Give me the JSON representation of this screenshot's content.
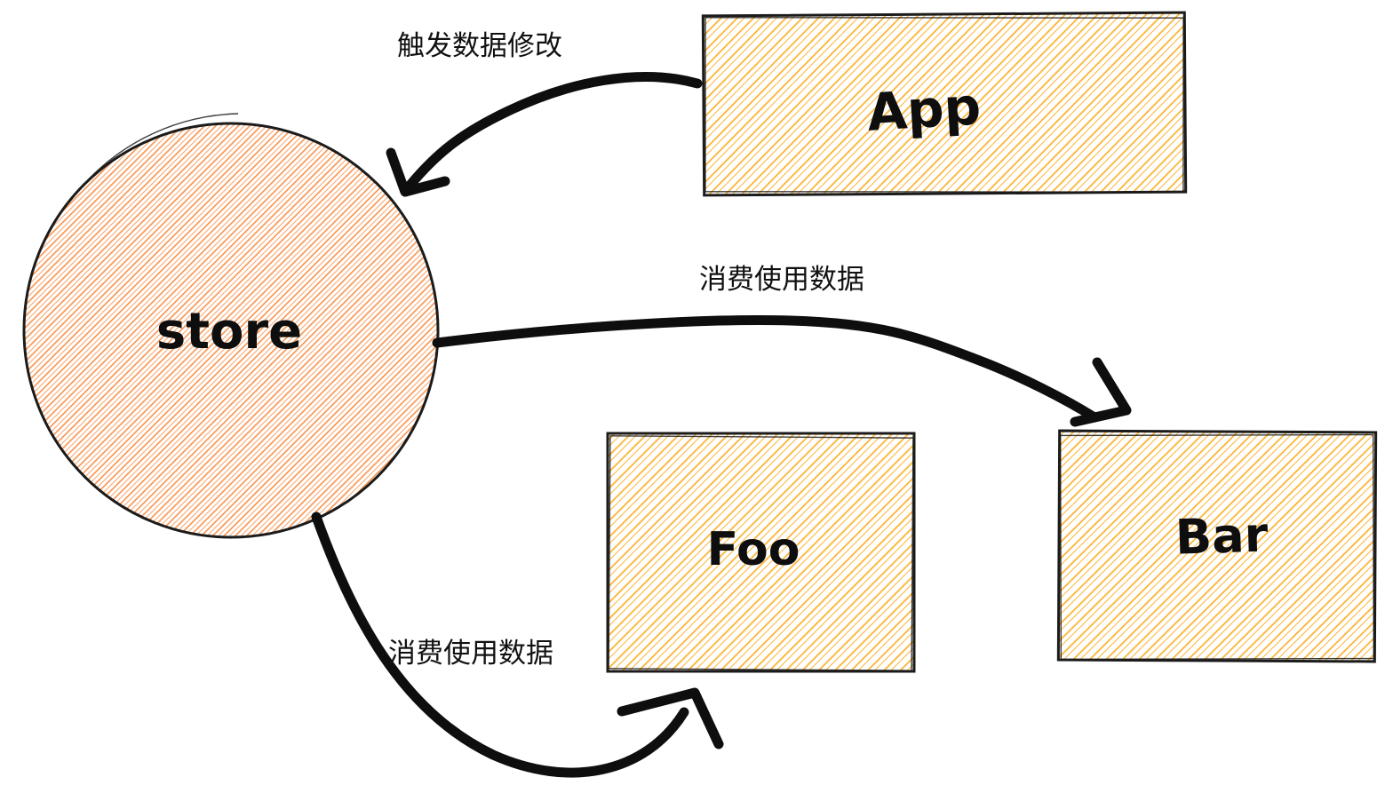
{
  "diagram": {
    "nodes": {
      "store": {
        "label": "store",
        "shape": "circle"
      },
      "app": {
        "label": "App",
        "shape": "rectangle"
      },
      "foo": {
        "label": "Foo",
        "shape": "rectangle"
      },
      "bar": {
        "label": "Bar",
        "shape": "rectangle"
      }
    },
    "edges": [
      {
        "id": "app-to-store",
        "from": "App",
        "to": "store",
        "label": "触发数据修改"
      },
      {
        "id": "store-to-bar",
        "from": "store",
        "to": "Bar",
        "label": "消费使用数据"
      },
      {
        "id": "store-to-foo",
        "from": "store",
        "to": "Foo",
        "label": "消费使用数据"
      }
    ],
    "colors": {
      "hatch-orange": "#f98a3f",
      "hatch-yellow": "#fcb434",
      "outline": "#1b1b1b",
      "ink": "#0e0e0e",
      "background": "#ffffff"
    }
  }
}
